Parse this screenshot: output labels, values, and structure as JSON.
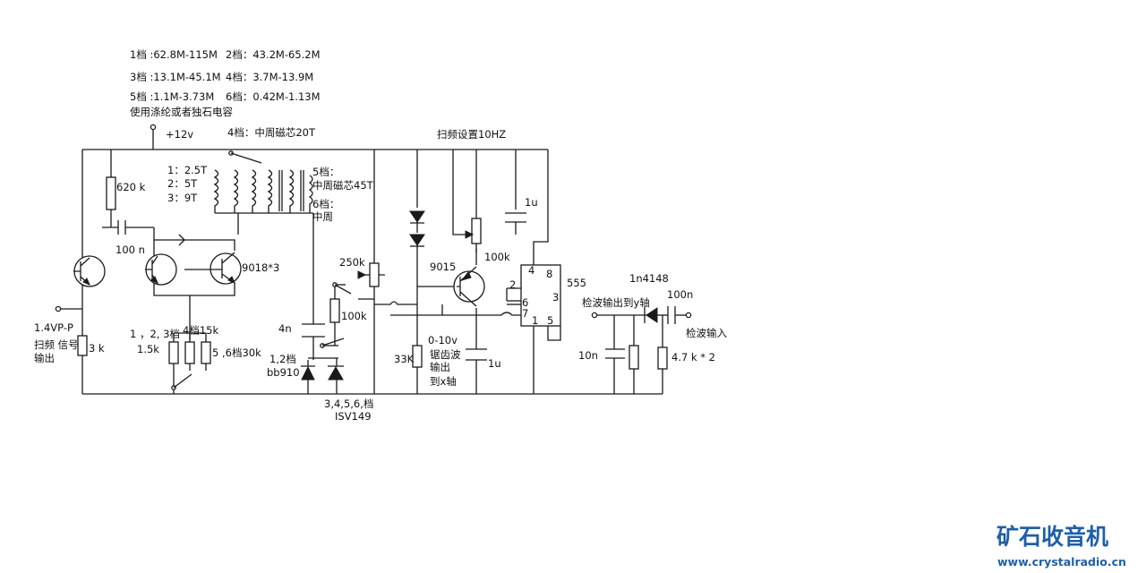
{
  "labels": {
    "band1": "1档 :62.8M-115M",
    "band2": "2档：43.2M-65.2M",
    "band3": "3档 :13.1M-45.1M",
    "band4": "4档：3.7M-13.9M",
    "band5": "5档 :1.1M-3.73M",
    "band6": "6档：0.42M-1.13M",
    "cap_note": "使用涤纶或者独石电容",
    "supply": "+12v",
    "coil_4": "4档：中周磁芯20T",
    "coil_1": "1：2.5T",
    "coil_2": "2：5T",
    "coil_3": "3：9T",
    "coil_5a": "5档：",
    "coil_5b": "中周磁芯45T",
    "coil_6a": "6档：",
    "coil_6b": "中周",
    "r620": "620 k",
    "c100n_left": "100 n",
    "transistors": "9018*3",
    "in_level": "1.4VP-P",
    "out_label_1": "扫频  信号",
    "out_label_2": "输出",
    "r3k": "3 k",
    "r_band123": "1 ，2, 3档",
    "r_band123_val": "1.5k",
    "r_band4": "4档15k",
    "r_band56": "5 ,6档30k",
    "c4n": "4n",
    "pot250k": "250k",
    "r100k_mid": "100k",
    "diode_12": "1,2档",
    "diode_12_part": "bb910",
    "diode_3456": "3,4,5,6,档",
    "diode_3456_part": "ISV149",
    "sweep_title": "扫频设置10HZ",
    "q9015": "9015",
    "pot100k": "100k",
    "c1u_top": "1u",
    "ic_name": "555",
    "pin4": "4",
    "pin8": "8",
    "pin2": "2",
    "pin6": "6",
    "pin7": "7",
    "pin3": "3",
    "pin1": "1",
    "pin5": "5",
    "ramp_range": "0-10v",
    "r33k": "33K",
    "ramp_1": "锯齿波",
    "ramp_2": "输出",
    "ramp_3": "到x轴",
    "c1u_bottom": "1u",
    "det_out": "检波输出到y轴",
    "diode_1n4148": "1n4148",
    "c100n_right": "100n",
    "det_in": "检波输入",
    "c10n": "10n",
    "r47k": "4.7 k  * 2",
    "brand": "矿石收音机",
    "url": "www.crystalradio.cn"
  },
  "colors": {
    "brand": "#1f5fa8",
    "url": "#1f5fa8",
    "line": "#1a1a1a"
  }
}
